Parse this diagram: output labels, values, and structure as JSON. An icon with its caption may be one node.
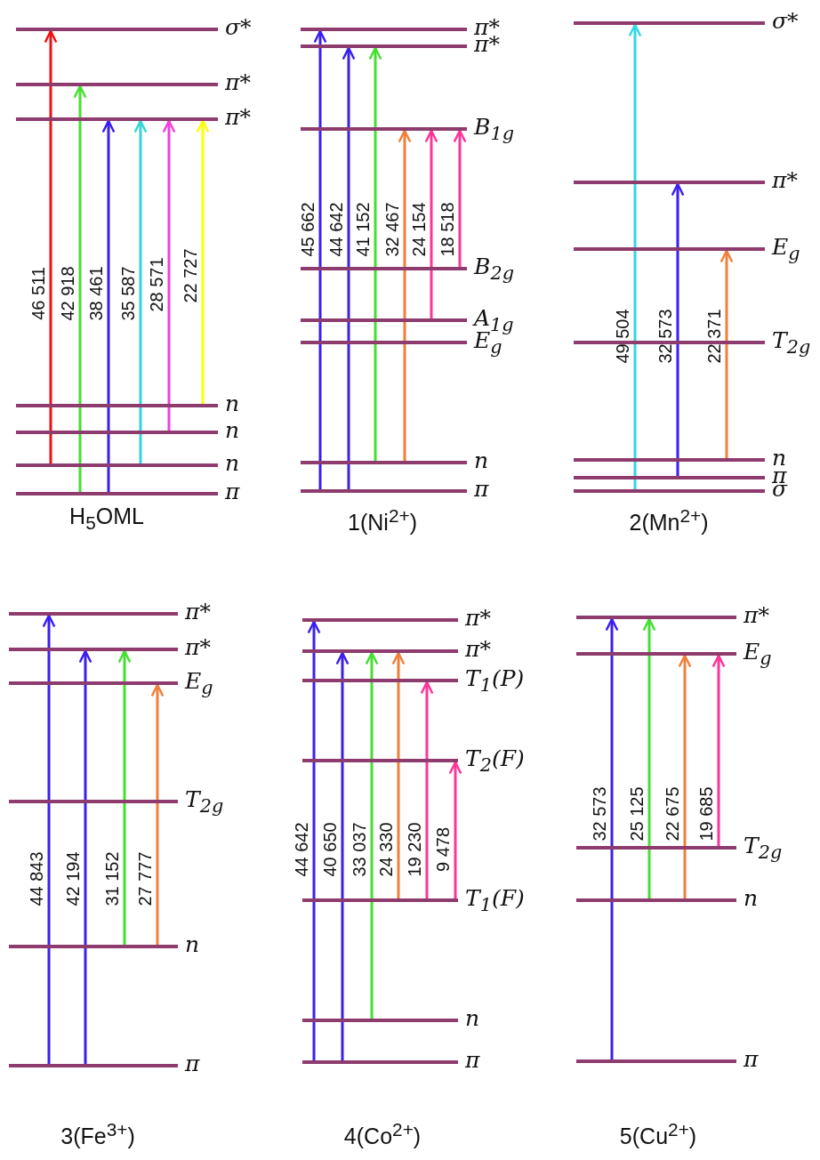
{
  "diagram": {
    "nodes": [
      {
        "text": [
          "σ*"
        ]
      },
      {
        "text": [
          "π*"
        ]
      },
      {
        "text": [
          "π*"
        ]
      },
      {
        "text": [
          "n"
        ]
      },
      {
        "text": [
          "n"
        ]
      },
      {
        "text": [
          "n"
        ]
      },
      {
        "text": [
          "π"
        ]
      },
      {
        "text": [
          "π*"
        ]
      },
      {
        "text": [
          "π*"
        ]
      },
      {
        "text": [
          "B$_{1g}$"
        ]
      },
      {
        "text": [
          "B$_{2g}$"
        ]
      },
      {
        "text": [
          "A$_{1g}$"
        ]
      },
      {
        "text": [
          "E$_{g}$"
        ]
      },
      {
        "text": [
          "n"
        ]
      },
      {
        "text": [
          "π"
        ]
      },
      {
        "text": [
          "σ*"
        ]
      },
      {
        "text": [
          "π*"
        ]
      },
      {
        "text": [
          "E$_{g}$"
        ]
      },
      {
        "text": [
          "T$_{2g}$"
        ]
      },
      {
        "text": [
          "n"
        ]
      },
      {
        "text": [
          "π"
        ]
      },
      {
        "text": [
          "σ"
        ]
      },
      {
        "text": [
          "π*"
        ]
      },
      {
        "text": [
          "π*"
        ]
      },
      {
        "text": [
          "E$_{g}$"
        ]
      },
      {
        "text": [
          "T$_{2g}$"
        ]
      },
      {
        "text": [
          "n"
        ]
      },
      {
        "text": [
          "π"
        ]
      },
      {
        "text": [
          "π*"
        ]
      },
      {
        "text": [
          "π*"
        ]
      },
      {
        "text": [
          "T$_{1}$(P)"
        ]
      },
      {
        "text": [
          "T$_{2}$(F)"
        ]
      },
      {
        "text": [
          "T$_{1}$(F)"
        ]
      },
      {
        "text": [
          "n"
        ]
      },
      {
        "text": [
          "π"
        ]
      },
      {
        "text": [
          "π*"
        ]
      },
      {
        "text": [
          "E$_{g}$"
        ]
      },
      {
        "text": [
          "T$_{2g}$"
        ]
      },
      {
        "text": [
          "n"
        ]
      },
      {
        "text": [
          "π"
        ]
      }
    ],
    "edges": [
      {
        "from": 5,
        "to": 0,
        "arrow": "to",
        "label": "46 511",
        "color": "#ee1010"
      },
      {
        "from": 6,
        "to": 1,
        "arrow": "to",
        "label": "42 918",
        "color": "#44e030"
      },
      {
        "from": 6,
        "to": 2,
        "arrow": "to",
        "label": "38 461",
        "color": "#3a1ff0"
      },
      {
        "from": 5,
        "to": 2,
        "arrow": "to",
        "label": "35 587",
        "color": "#33d6d6"
      },
      {
        "from": 4,
        "to": 2,
        "arrow": "to",
        "label": "28 571",
        "color": "#f040e0"
      },
      {
        "from": 3,
        "to": 2,
        "arrow": "to",
        "label": "22 727",
        "color": "#ffff00"
      },
      {
        "from": 14,
        "to": 7,
        "arrow": "to",
        "label": "45 662",
        "color": "#3a1ff0"
      },
      {
        "from": 14,
        "to": 8,
        "arrow": "to",
        "label": "44 642",
        "color": "#3a1ff0"
      },
      {
        "from": 13,
        "to": 8,
        "arrow": "to",
        "label": "41 152",
        "color": "#44e030"
      },
      {
        "from": 13,
        "to": 9,
        "arrow": "to",
        "label": "32 467",
        "color": "#f07f3a"
      },
      {
        "from": 11,
        "to": 9,
        "arrow": "to",
        "label": "24 154",
        "color": "#ff3399"
      },
      {
        "from": 10,
        "to": 9,
        "arrow": "to",
        "label": "18 518",
        "color": "#ff3399"
      },
      {
        "from": 21,
        "to": 15,
        "arrow": "to",
        "label": "49 504",
        "color": "#33d6e6"
      },
      {
        "from": 20,
        "to": 16,
        "arrow": "to",
        "label": "32 573",
        "color": "#3a1ff0"
      },
      {
        "from": 19,
        "to": 17,
        "arrow": "to",
        "label": "22 371",
        "color": "#f07f3a"
      },
      {
        "from": 27,
        "to": 22,
        "arrow": "to",
        "label": "44 843",
        "color": "#3a1ff0"
      },
      {
        "from": 27,
        "to": 23,
        "arrow": "to",
        "label": "42 194",
        "color": "#3a1ff0"
      },
      {
        "from": 26,
        "to": 23,
        "arrow": "to",
        "label": "31 152",
        "color": "#44e030"
      },
      {
        "from": 26,
        "to": 24,
        "arrow": "to",
        "label": "27 777",
        "color": "#f07f3a"
      },
      {
        "from": 34,
        "to": 28,
        "arrow": "to",
        "label": "44 642",
        "color": "#3a1ff0"
      },
      {
        "from": 34,
        "to": 29,
        "arrow": "to",
        "label": "40 650",
        "color": "#3a1ff0"
      },
      {
        "from": 33,
        "to": 29,
        "arrow": "to",
        "label": "33 037",
        "color": "#44e030"
      },
      {
        "from": 32,
        "to": 29,
        "arrow": "to",
        "label": "24 330",
        "color": "#f07f3a"
      },
      {
        "from": 32,
        "to": 30,
        "arrow": "to",
        "label": "19 230",
        "color": "#ff3399"
      },
      {
        "from": 32,
        "to": 31,
        "arrow": "to",
        "label": "9 478",
        "color": "#ff3399"
      },
      {
        "from": 39,
        "to": 35,
        "arrow": "to",
        "label": "32 573",
        "color": "#3a1ff0"
      },
      {
        "from": 38,
        "to": 35,
        "arrow": "to",
        "label": "25 125",
        "color": "#44e030"
      },
      {
        "from": 38,
        "to": 36,
        "arrow": "to",
        "label": "22 675",
        "color": "#f07f3a"
      },
      {
        "from": 37,
        "to": 36,
        "arrow": "to",
        "label": "19 685",
        "color": "#ff3399"
      }
    ],
    "labels": [
      "H$_{5}$OML",
      "1(Ni$^{2+}$)",
      "2(Mn$^{2+}$)",
      "3(Fe$^{3+}$)",
      "4(Co$^{2+}$)",
      "5(Cu$^{2+}$)"
    ]
  }
}
